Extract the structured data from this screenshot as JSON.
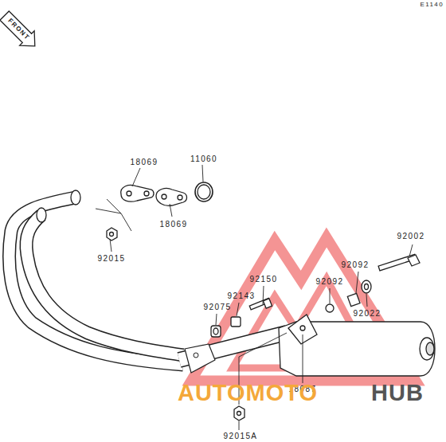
{
  "diagram": {
    "labels": [
      "E1140",
      "FRONT",
      "18069",
      "11060",
      "18069",
      "92015",
      "92002",
      "92092",
      "92150",
      "92092",
      "92022",
      "92143",
      "92075",
      "18087",
      "92015A",
      "AUTOMOTO",
      "HUB"
    ]
  }
}
